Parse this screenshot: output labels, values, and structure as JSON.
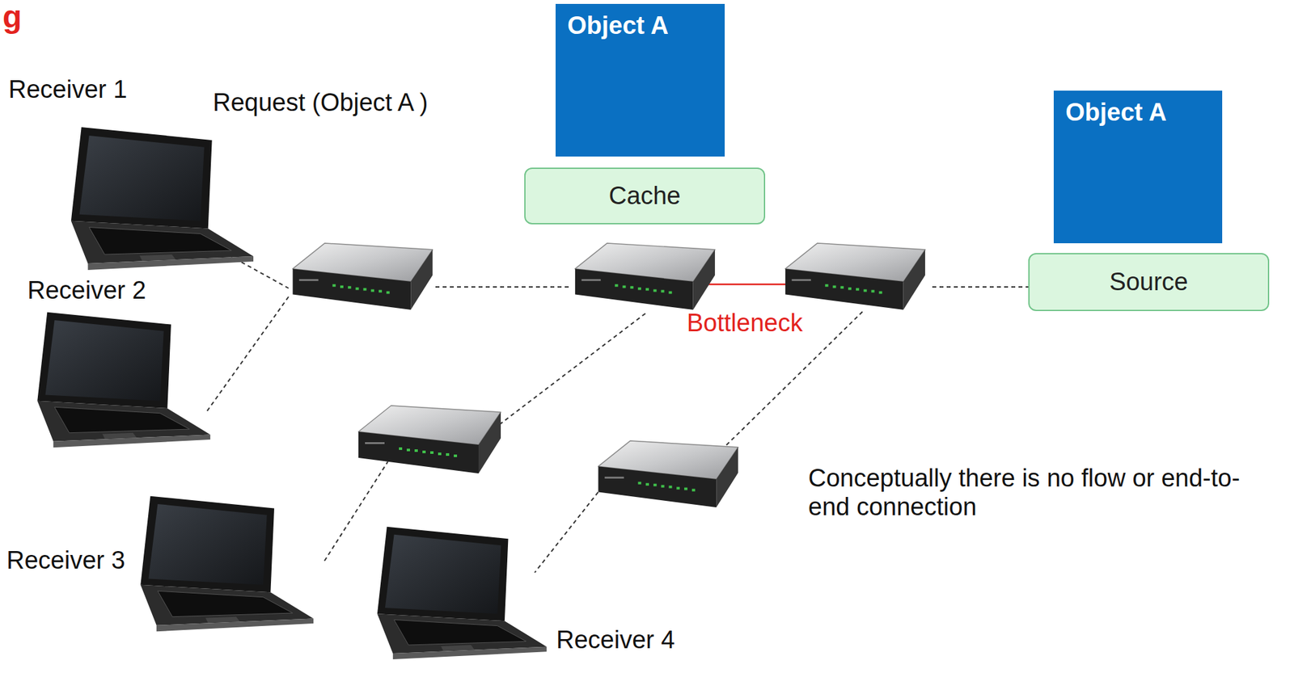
{
  "diagram": {
    "title": "g",
    "nodes": [
      {
        "text": [
          "Object A"
        ]
      },
      {
        "text": [
          "Cache"
        ]
      },
      {
        "text": [
          "Object A"
        ]
      },
      {
        "text": [
          "Source"
        ]
      }
    ],
    "labels": [
      "Receiver 1",
      "Request (Object A )",
      "Receiver 2",
      "Receiver 3",
      "Receiver 4",
      "Bottleneck",
      "Conceptually there is no flow or end-to-end connection"
    ]
  }
}
